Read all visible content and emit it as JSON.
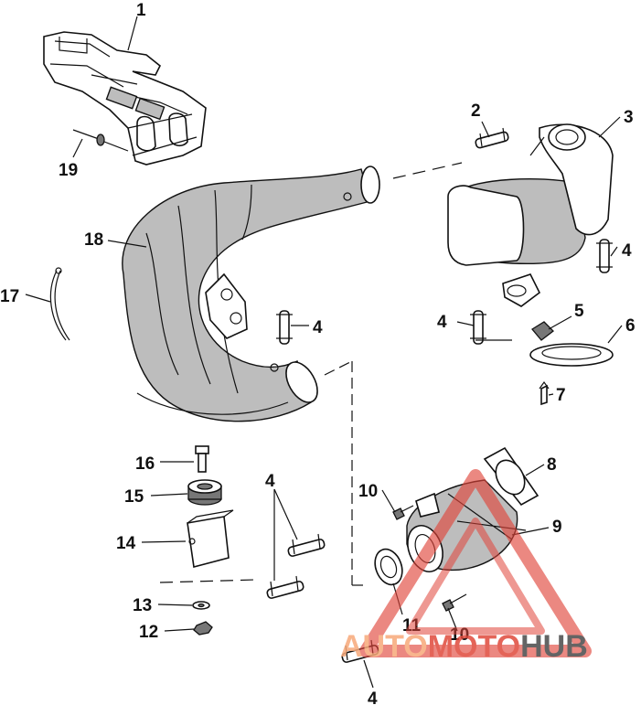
{
  "callouts": {
    "c1": "1",
    "c2": "2",
    "c3": "3",
    "c4a": "4",
    "c4b": "4",
    "c4c": "4",
    "c4d": "4",
    "c4e": "4",
    "c5": "5",
    "c6": "6",
    "c7": "7",
    "c8": "8",
    "c9": "9",
    "c10a": "10",
    "c10b": "10",
    "c11": "11",
    "c12": "12",
    "c13": "13",
    "c14": "14",
    "c15": "15",
    "c16": "16",
    "c17": "17",
    "c18": "18",
    "c19": "19"
  },
  "watermark": {
    "part_auto": "AUTO",
    "part_moto": "MOTO",
    "part_hub": "HUB",
    "colors": {
      "auto": "#f7a97a",
      "moto": "#e04a3c",
      "hub": "#4a4a4a",
      "triangle": "#e0443a"
    }
  }
}
